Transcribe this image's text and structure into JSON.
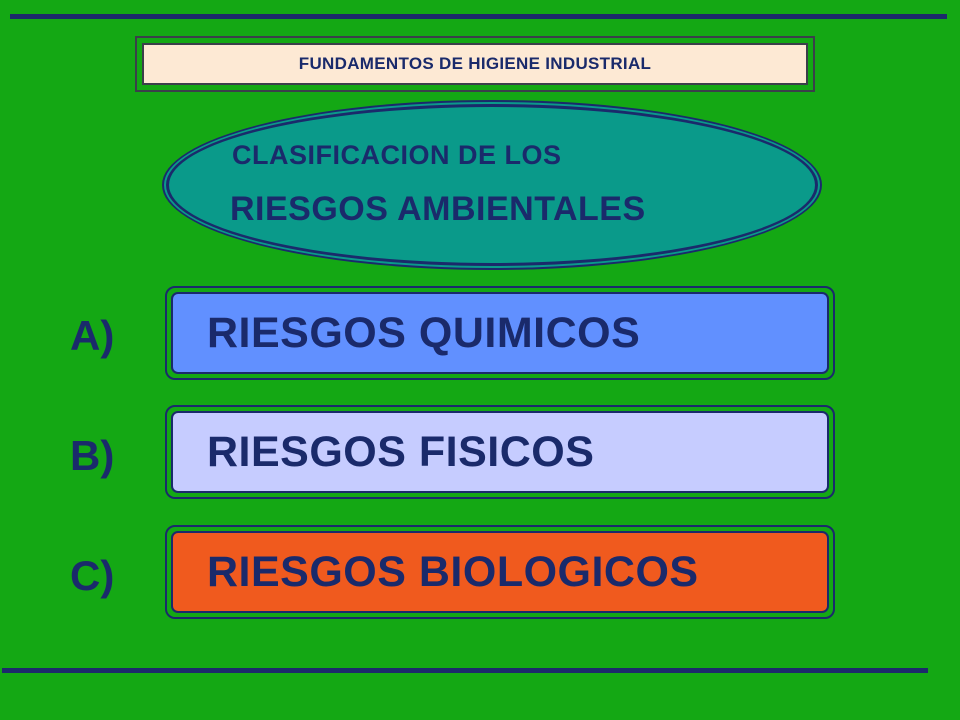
{
  "header": {
    "title": "FUNDAMENTOS DE HIGIENE INDUSTRIAL"
  },
  "heading": {
    "line1": "CLASIFICACION DE LOS",
    "line2": "RIESGOS AMBIENTALES"
  },
  "items": [
    {
      "letter": "A)",
      "label": "RIESGOS QUIMICOS",
      "color": "#6190ff"
    },
    {
      "letter": "B)",
      "label": "RIESGOS FISICOS",
      "color": "#c6ccff"
    },
    {
      "letter": "C)",
      "label": "RIESGOS BIOLOGICOS",
      "color": "#f05a1e"
    }
  ],
  "colors": {
    "background": "#14a814",
    "text": "#1a2a6b",
    "ellipse": "#0a9a8a",
    "title_box": "#fde9d4"
  }
}
